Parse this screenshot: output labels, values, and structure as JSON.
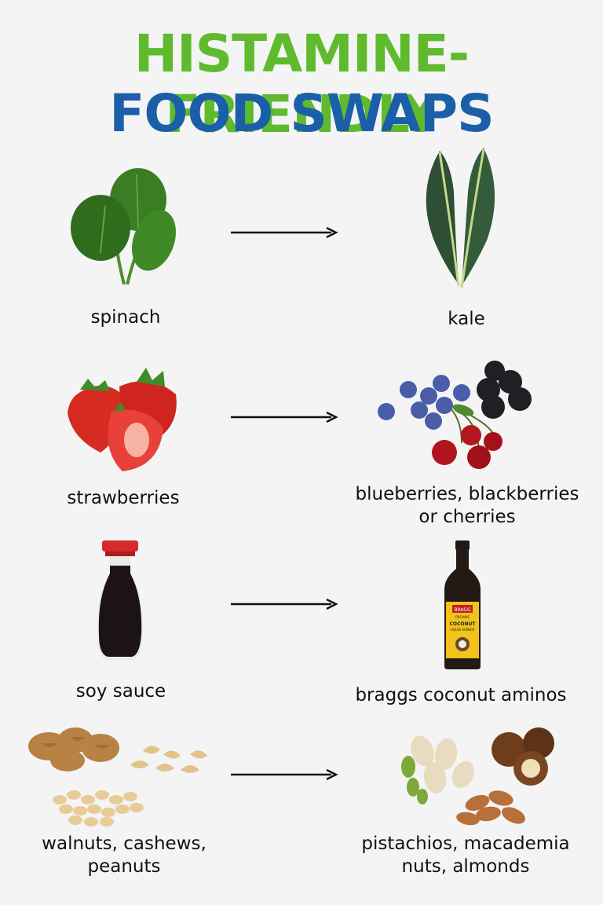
{
  "title": {
    "line1": "HISTAMINE-FRIENDLY",
    "line2": "FOOD SWAPS"
  },
  "colors": {
    "title_green": "#5fba2e",
    "title_blue": "#1b5fa8",
    "arrow": "#111111"
  },
  "swaps": [
    {
      "from": {
        "label": [
          "spinach"
        ],
        "icon": "spinach-leaves"
      },
      "to": {
        "label": [
          "kale"
        ],
        "icon": "kale-leaves"
      }
    },
    {
      "from": {
        "label": [
          "strawberries"
        ],
        "icon": "strawberries"
      },
      "to": {
        "label": [
          "blueberries, blackberries",
          "or cherries"
        ],
        "icon": "mixed-berries"
      }
    },
    {
      "from": {
        "label": [
          "soy sauce"
        ],
        "icon": "soy-sauce-bottle"
      },
      "to": {
        "label": [
          "braggs coconut aminos"
        ],
        "icon": "coconut-aminos-bottle",
        "bottle_text": [
          "BRAGG",
          "ORGANIC",
          "COCONUT",
          "LIQUID AMINOS"
        ]
      }
    },
    {
      "from": {
        "label": [
          "walnuts, cashews,",
          "peanuts"
        ],
        "icon": "mixed-nuts"
      },
      "to": {
        "label": [
          "pistachios, macademia",
          "nuts, almonds"
        ],
        "icon": "pistachio-macadamia-almonds"
      }
    }
  ]
}
